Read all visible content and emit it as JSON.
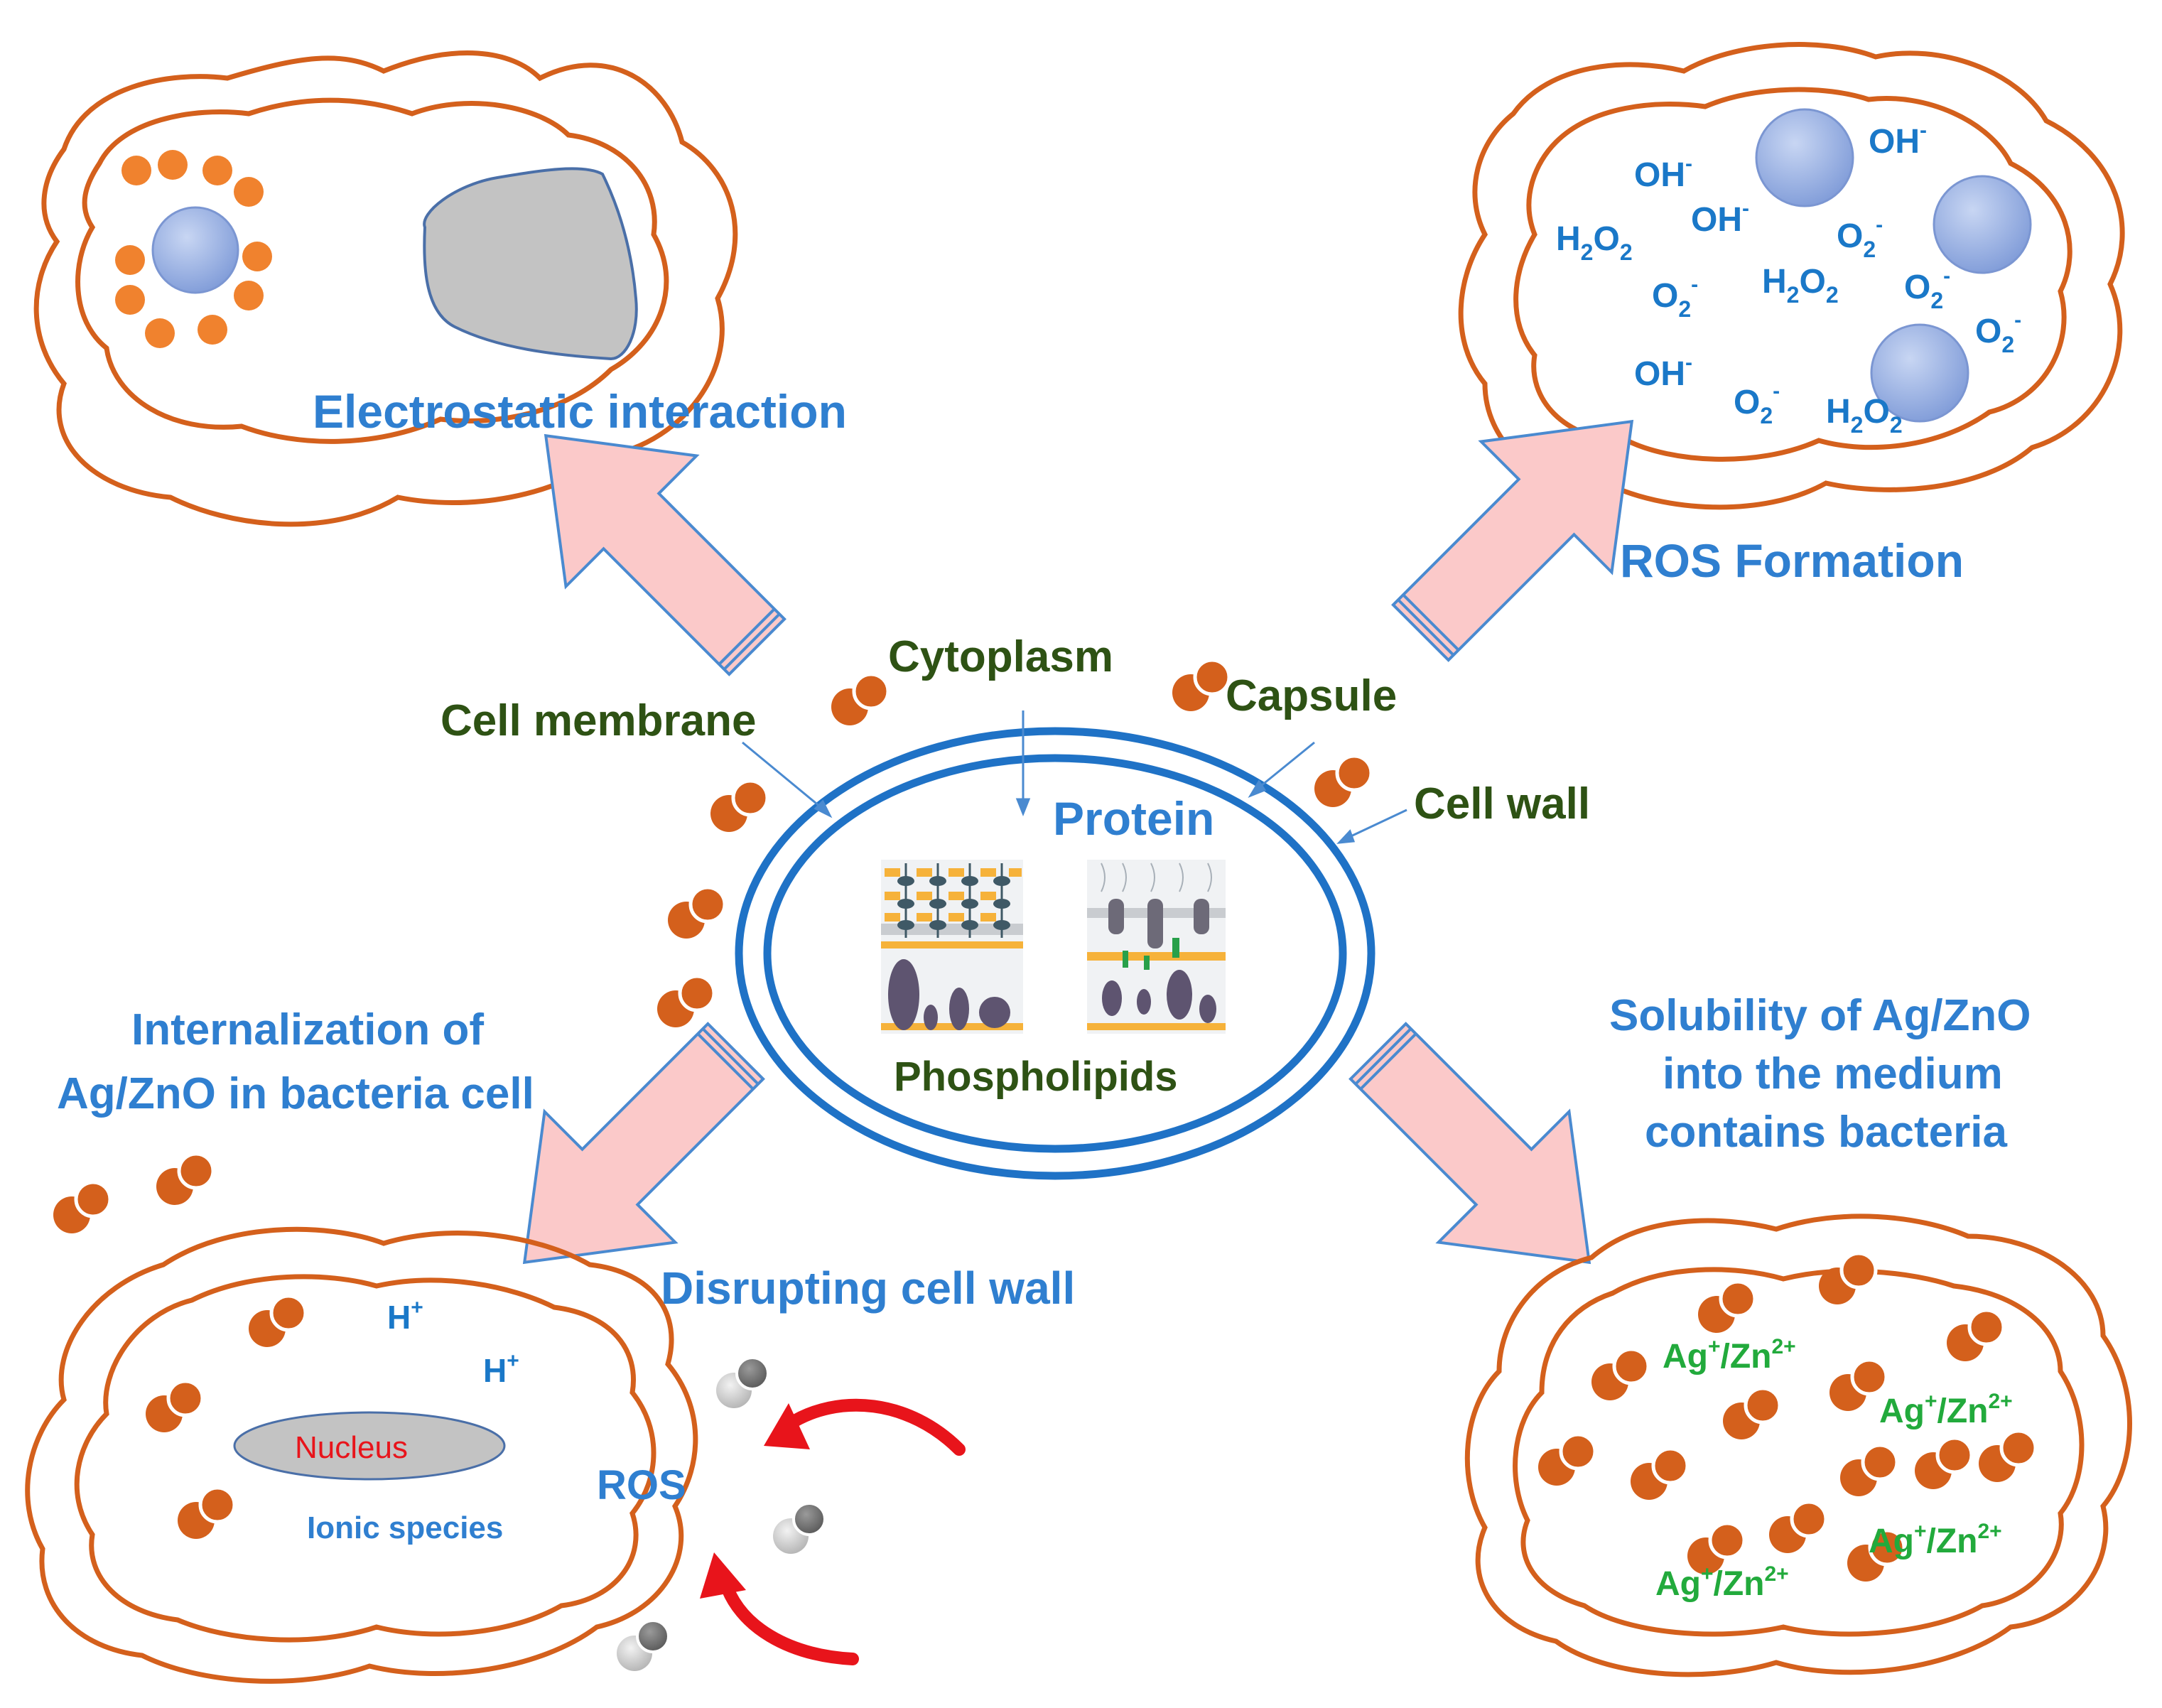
{
  "colors": {
    "cell_outline": "#d4601c",
    "particle": "#d4601c",
    "label_blue": "#2f7fd0",
    "label_green": "#2e5214",
    "ion_green": "#22aa3c",
    "arrow_fill": "#fbc9c9",
    "arrow_stroke": "#4a8ad0",
    "nucleus_text": "#e8141b",
    "bacteria_ring": "#1f72c6",
    "red_arrow": "#e8141b"
  },
  "top_left": {
    "title": "Electrostatic interaction"
  },
  "top_right": {
    "title": "ROS Formation",
    "ions": [
      {
        "base": "OH",
        "sup": "-",
        "sub": ""
      },
      {
        "base": "OH",
        "sup": "-",
        "sub": ""
      },
      {
        "base": "OH",
        "sup": "-",
        "sub": ""
      },
      {
        "base": "OH",
        "sup": "-",
        "sub": ""
      },
      {
        "base": "H",
        "sub": "2",
        "mid": "O",
        "sub2": "2"
      },
      {
        "base": "H",
        "sub": "2",
        "mid": "O",
        "sub2": "2"
      },
      {
        "base": "H",
        "sub": "2",
        "mid": "O",
        "sub2": "2"
      },
      {
        "base": "O",
        "sub": "2",
        "sup": "-"
      },
      {
        "base": "O",
        "sub": "2",
        "sup": "-"
      },
      {
        "base": "O",
        "sub": "2",
        "sup": "-"
      },
      {
        "base": "O",
        "sub": "2",
        "sup": "-"
      },
      {
        "base": "O",
        "sub": "2",
        "sup": "-"
      }
    ]
  },
  "center": {
    "cytoplasm": "Cytoplasm",
    "capsule": "Capsule",
    "cell_membrane": "Cell membrane",
    "cell_wall": "Cell wall",
    "protein": "Protein",
    "phospholipids": "Phospholipids"
  },
  "bottom_left": {
    "title_line1": "Internalization of",
    "title_line2": "Ag/ZnO in bacteria cell",
    "disrupting": "Disrupting cell wall",
    "h_plus_base": "H",
    "h_plus_sup": "+",
    "nucleus": "Nucleus",
    "ionic_species": "Ionic species",
    "ros": "ROS"
  },
  "bottom_right": {
    "title_line1": "Solubility of Ag/ZnO",
    "title_line2": "into the medium",
    "title_line3": "contains bacteria",
    "ion_ag": "Ag",
    "ion_ag_sup": "+",
    "ion_sep": "/Zn",
    "ion_zn_sup": "2+"
  }
}
